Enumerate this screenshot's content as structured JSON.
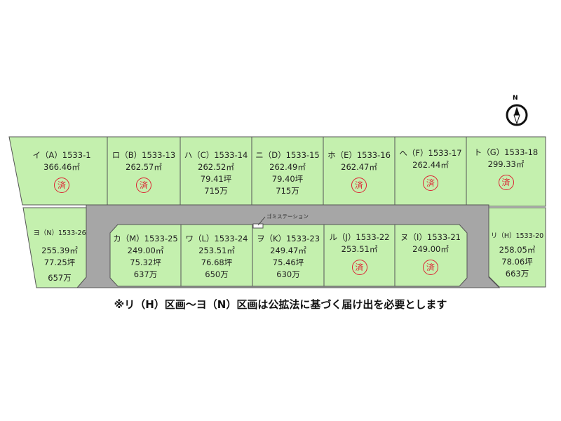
{
  "colors": {
    "plot": "#c4f0ae",
    "road": "#a6a6a6",
    "sold": "#dd2233"
  },
  "compass": {
    "label": "N"
  },
  "garbage_station": "ゴミステーション",
  "sold_mark": "済",
  "note": "※リ（H）区画～ヨ（N）区画は公拡法に基づく届け出を必要とします",
  "top_row": [
    {
      "label": "イ（A）1533-1",
      "area": "366.46㎡",
      "sold": true
    },
    {
      "label": "ロ（B）1533-13",
      "area": "262.57㎡",
      "sold": true
    },
    {
      "label": "ハ（C）1533-14",
      "area": "262.52㎡",
      "tsubo": "79.41坪",
      "price": "715万"
    },
    {
      "label": "ニ（D）1533-15",
      "area": "262.49㎡",
      "tsubo": "79.40坪",
      "price": "715万"
    },
    {
      "label": "ホ（E）1533-16",
      "area": "262.47㎡",
      "sold": true
    },
    {
      "label": "ヘ（F）1533-17",
      "area": "262.44㎡",
      "sold": true
    },
    {
      "label": "ト（G）1533-18",
      "area": "299.33㎡",
      "sold": true
    }
  ],
  "bottom_row": [
    {
      "label": "ヨ（N）1533-26",
      "area": "255.39㎡",
      "tsubo": "77.25坪",
      "price": "657万"
    },
    {
      "label": "カ（M）1533-25",
      "area": "249.00㎡",
      "tsubo": "75.32坪",
      "price": "637万"
    },
    {
      "label": "ワ（L）1533-24",
      "area": "253.51㎡",
      "tsubo": "76.68坪",
      "price": "650万"
    },
    {
      "label": "ヲ（K）1533-23",
      "area": "249.47㎡",
      "tsubo": "75.46坪",
      "price": "630万"
    },
    {
      "label": "ル（J）1533-22",
      "area": "253.51㎡",
      "sold": true
    },
    {
      "label": "ヌ（I）1533-21",
      "area": "249.00㎡",
      "sold": true
    },
    {
      "label": "リ（H）1533-20",
      "area": "258.05㎡",
      "tsubo": "78.06坪",
      "price": "663万"
    }
  ]
}
